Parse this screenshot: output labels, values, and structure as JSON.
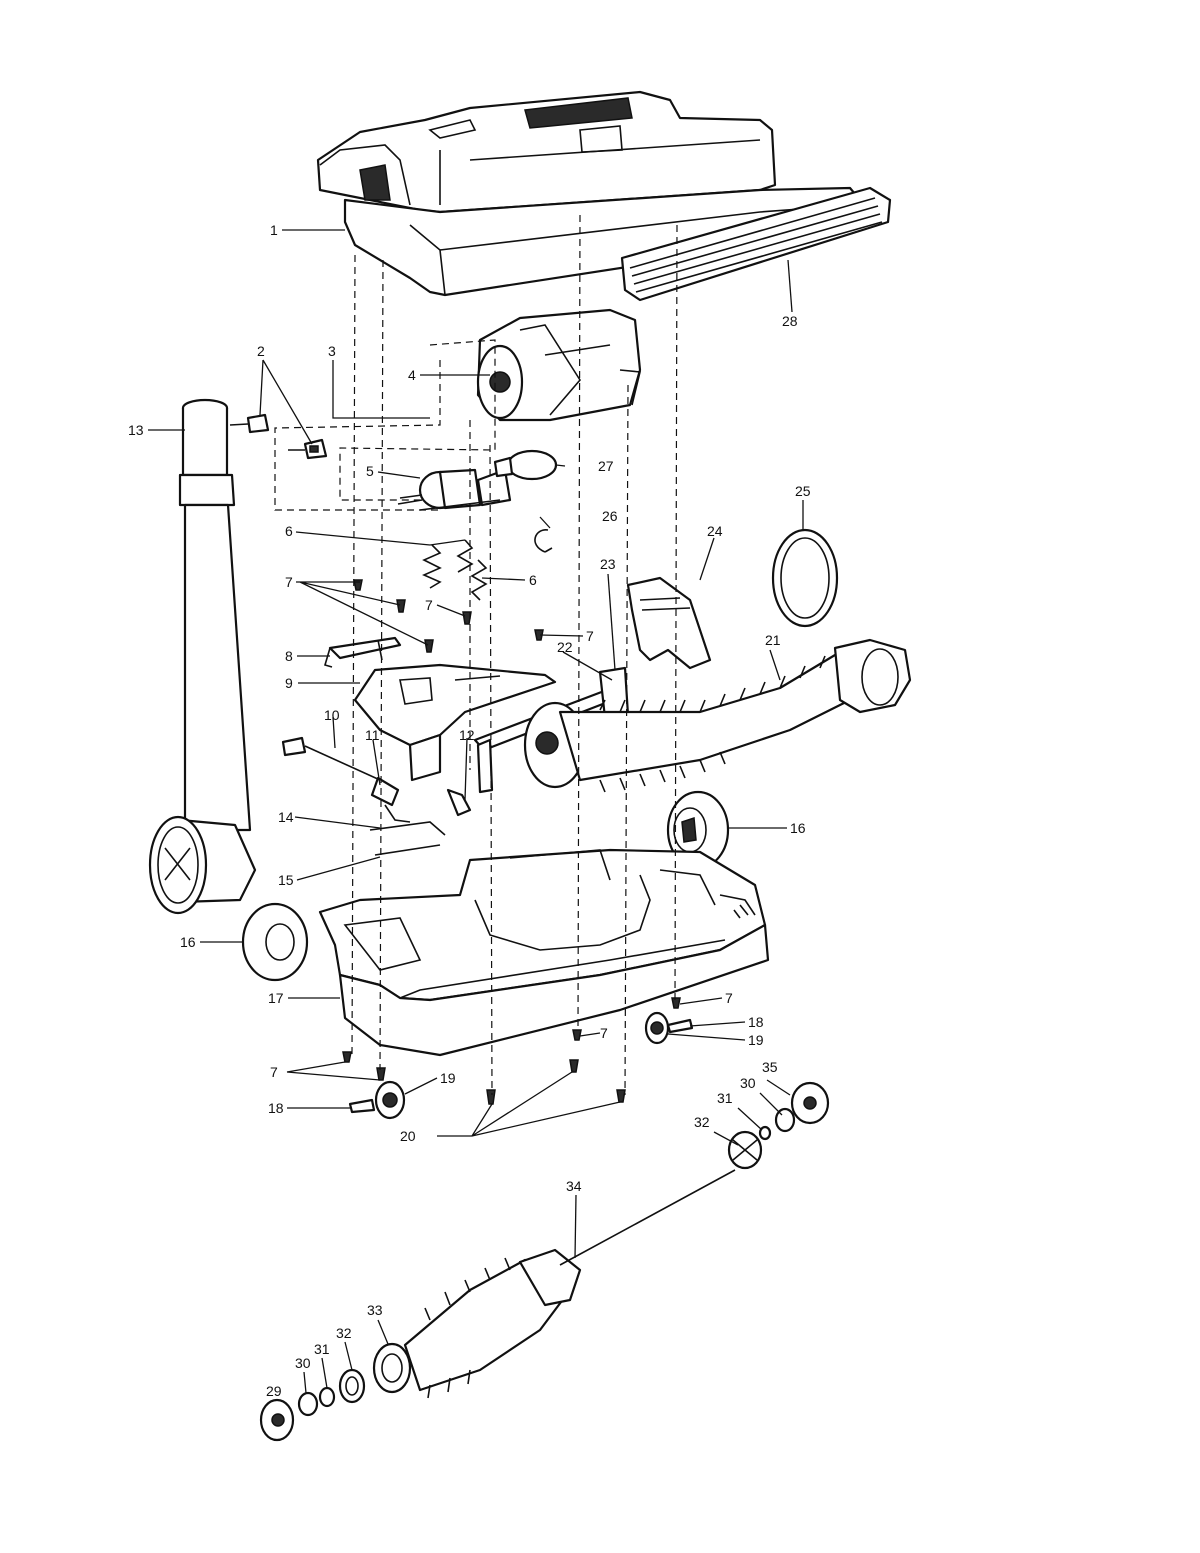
{
  "callouts": [
    {
      "id": "c1",
      "text": "1"
    },
    {
      "id": "c2",
      "text": "2"
    },
    {
      "id": "c3",
      "text": "3"
    },
    {
      "id": "c4",
      "text": "4"
    },
    {
      "id": "c5",
      "text": "5"
    },
    {
      "id": "c6a",
      "text": "6"
    },
    {
      "id": "c6b",
      "text": "6"
    },
    {
      "id": "c7a",
      "text": "7"
    },
    {
      "id": "c7b",
      "text": "7"
    },
    {
      "id": "c7c",
      "text": "7"
    },
    {
      "id": "c7d",
      "text": "7"
    },
    {
      "id": "c7e",
      "text": "7"
    },
    {
      "id": "c7f",
      "text": "7"
    },
    {
      "id": "c8",
      "text": "8"
    },
    {
      "id": "c9",
      "text": "9"
    },
    {
      "id": "c10",
      "text": "10"
    },
    {
      "id": "c11",
      "text": "11"
    },
    {
      "id": "c12",
      "text": "12"
    },
    {
      "id": "c13",
      "text": "13"
    },
    {
      "id": "c14",
      "text": "14"
    },
    {
      "id": "c15",
      "text": "15"
    },
    {
      "id": "c16a",
      "text": "16"
    },
    {
      "id": "c16b",
      "text": "16"
    },
    {
      "id": "c17",
      "text": "17"
    },
    {
      "id": "c18a",
      "text": "18"
    },
    {
      "id": "c18b",
      "text": "18"
    },
    {
      "id": "c19a",
      "text": "19"
    },
    {
      "id": "c19b",
      "text": "19"
    },
    {
      "id": "c20",
      "text": "20"
    },
    {
      "id": "c21",
      "text": "21"
    },
    {
      "id": "c22",
      "text": "22"
    },
    {
      "id": "c23",
      "text": "23"
    },
    {
      "id": "c24",
      "text": "24"
    },
    {
      "id": "c25",
      "text": "25"
    },
    {
      "id": "c26",
      "text": "26"
    },
    {
      "id": "c27",
      "text": "27"
    },
    {
      "id": "c28",
      "text": "28"
    },
    {
      "id": "c29",
      "text": "29"
    },
    {
      "id": "c30a",
      "text": "30"
    },
    {
      "id": "c30b",
      "text": "30"
    },
    {
      "id": "c31a",
      "text": "31"
    },
    {
      "id": "c31b",
      "text": "31"
    },
    {
      "id": "c32a",
      "text": "32"
    },
    {
      "id": "c32b",
      "text": "32"
    },
    {
      "id": "c33",
      "text": "33"
    },
    {
      "id": "c34",
      "text": "34"
    },
    {
      "id": "c35",
      "text": "35"
    }
  ]
}
